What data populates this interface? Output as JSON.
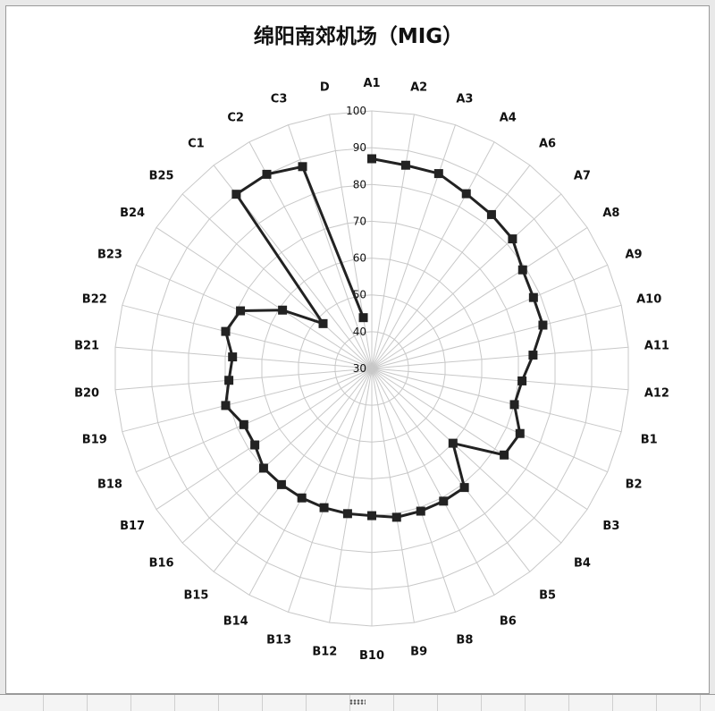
{
  "chart_data": {
    "type": "radar",
    "title": "绵阳南郊机场（MIG）",
    "categories": [
      "A1",
      "A2",
      "A3",
      "A4",
      "A6",
      "A7",
      "A8",
      "A9",
      "A10",
      "A11",
      "A12",
      "B1",
      "B2",
      "B3",
      "B4",
      "B5",
      "B6",
      "B8",
      "B9",
      "B10",
      "B12",
      "B13",
      "B14",
      "B15",
      "B16",
      "B17",
      "B18",
      "B19",
      "B20",
      "B21",
      "B22",
      "B23",
      "B24",
      "B25",
      "C1",
      "C2",
      "C3",
      "D"
    ],
    "values": [
      87,
      86,
      86,
      84,
      83,
      82,
      79,
      78,
      78,
      74,
      71,
      70,
      74,
      73,
      60,
      71,
      71,
      71,
      71,
      70,
      70,
      70,
      70,
      70,
      70,
      68,
      68,
      71,
      69,
      68,
      71,
      69,
      59,
      48,
      90,
      90,
      88,
      44
    ],
    "r_range": [
      30,
      100
    ],
    "r_ticks": [
      30,
      40,
      50,
      60,
      70,
      80,
      90,
      100
    ],
    "grid": true,
    "legend": "none",
    "line_color": "#222222",
    "marker_color": "#222222",
    "grid_color": "#c8c8c8",
    "closed": false
  }
}
